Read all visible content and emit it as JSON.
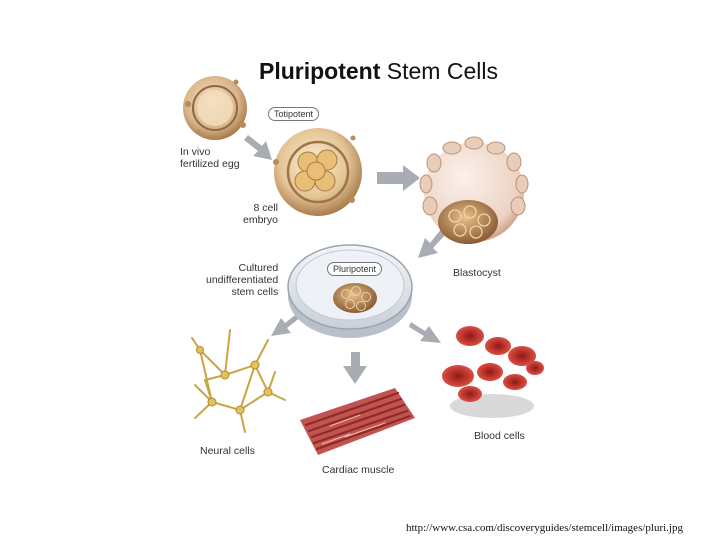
{
  "title": {
    "bold": "Pluripotent",
    "rest": "Stem Cells"
  },
  "labels": {
    "totipotent": "Totipotent",
    "in_vivo": "In vivo\nfertilized egg",
    "embryo": "8 cell\nembryo",
    "blastocyst": "Blastocyst",
    "cultured": "Cultured\nundifferentiated\nstem cells",
    "pluripotent": "Pluripotent",
    "neural": "Neural cells",
    "cardiac": "Cardiac muscle",
    "blood": "Blood cells"
  },
  "source_url": "http://www.csa.com/discoveryguides/stemcell/images/pluri.jpg",
  "colors": {
    "arrow": "#a9adb3",
    "egg": "#d9b48a",
    "blastocyst": "#e9c8b3",
    "dish": "#dfe4ea",
    "neural": "#d9b94f",
    "muscle": "#b54a4a",
    "blood": "#c8382e"
  }
}
